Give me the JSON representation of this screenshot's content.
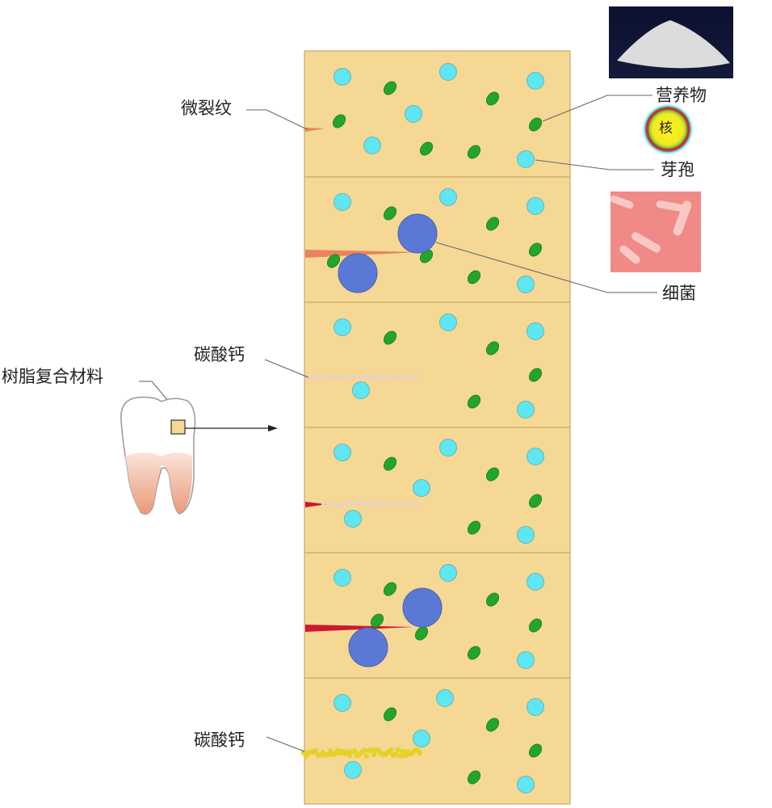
{
  "labels": {
    "microcrack": "微裂纹",
    "nutrient": "营养物",
    "spore": "芽孢",
    "spore_core": "核",
    "bacteria": "细菌",
    "calcium_carbonate_1": "碳酸钙",
    "resin_composite": "树脂复合材料",
    "calcium_carbonate_2": "碳酸钙"
  },
  "colors": {
    "matrix": "#f5d894",
    "spore": "#5ee6f2",
    "nutrient": "#22a52a",
    "bacteria": "#5a78d6",
    "crack": "#e8845e",
    "crack_red": "#cc1833",
    "carbonate_yellow": "#e6d12a"
  },
  "stages": 6
}
